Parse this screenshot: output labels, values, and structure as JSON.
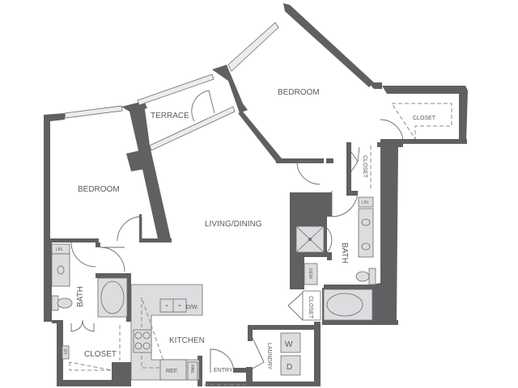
{
  "floorplan": {
    "colors": {
      "wall": "#5f6062",
      "fixture": "#dcdddf",
      "background": "#ffffff",
      "label": "#5a5b5d"
    },
    "rooms": {
      "bedroom_left": "BEDROOM",
      "bedroom_right": "BEDROOM",
      "terrace": "TERRACE",
      "living_dining": "LIVING/DINING",
      "kitchen": "KITCHEN",
      "bath_left": "BATH",
      "bath_right": "BATH",
      "closet_left": "CLOSET",
      "closet_right_top": "CLOSET",
      "closet_right_mid": "CLOSET",
      "closet_right_low": "CLOSET",
      "laundry": "LAUNDRY",
      "entry": "ENTRY",
      "desk": "DESK"
    },
    "fixtures": {
      "linen_left": "LIN.",
      "linen_right": "LIN.",
      "dishwasher": "D/W.",
      "refrigerator": "REF.",
      "pantry": "PAN.",
      "shelf": "SH.",
      "washer": "W",
      "dryer": "D"
    }
  }
}
